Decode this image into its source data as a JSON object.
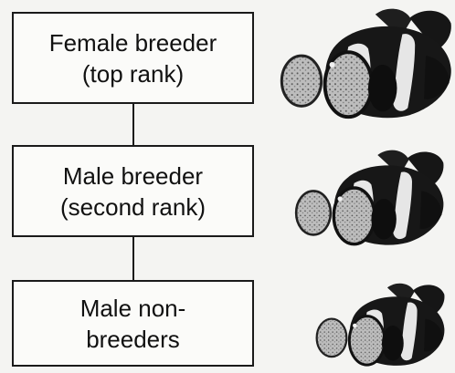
{
  "hierarchy": {
    "levels": [
      {
        "line1": "Female breeder",
        "line2": "(top rank)",
        "fish_icon": "clownfish-icon"
      },
      {
        "line1": "Male breeder",
        "line2": "(second rank)",
        "fish_icon": "clownfish-icon"
      },
      {
        "line1": "Male non-",
        "line2": "breeders",
        "fish_icon": "clownfish-icon"
      }
    ]
  }
}
